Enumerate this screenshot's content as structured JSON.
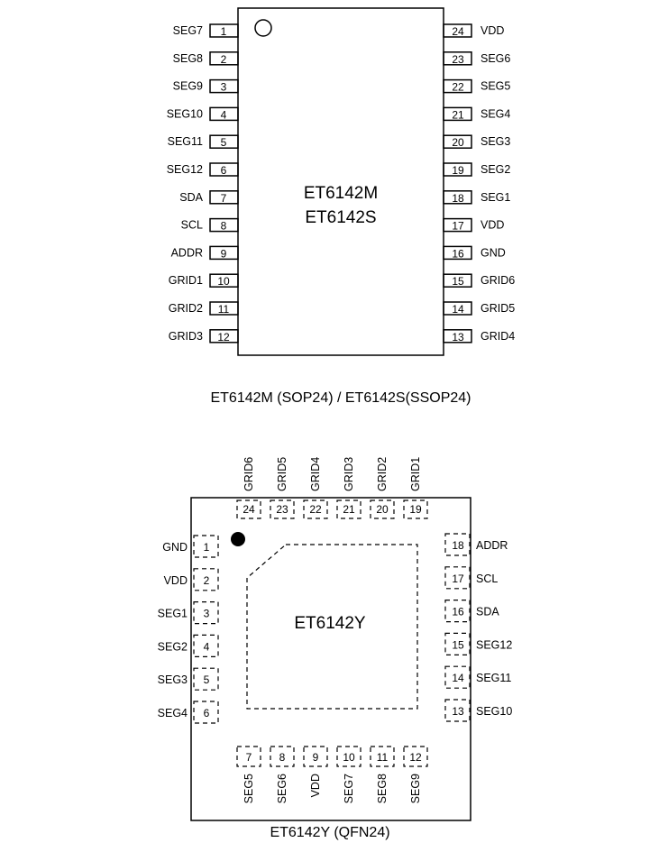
{
  "sop": {
    "chip_names": [
      "ET6142M",
      "ET6142S"
    ],
    "caption": "ET6142M (SOP24) / ET6142S(SSOP24)",
    "left_pins": [
      {
        "num": "1",
        "label": "SEG7"
      },
      {
        "num": "2",
        "label": "SEG8"
      },
      {
        "num": "3",
        "label": "SEG9"
      },
      {
        "num": "4",
        "label": "SEG10"
      },
      {
        "num": "5",
        "label": "SEG11"
      },
      {
        "num": "6",
        "label": "SEG12"
      },
      {
        "num": "7",
        "label": "SDA"
      },
      {
        "num": "8",
        "label": "SCL"
      },
      {
        "num": "9",
        "label": "ADDR"
      },
      {
        "num": "10",
        "label": "GRID1"
      },
      {
        "num": "11",
        "label": "GRID2"
      },
      {
        "num": "12",
        "label": "GRID3"
      }
    ],
    "right_pins": [
      {
        "num": "24",
        "label": "VDD"
      },
      {
        "num": "23",
        "label": "SEG6"
      },
      {
        "num": "22",
        "label": "SEG5"
      },
      {
        "num": "21",
        "label": "SEG4"
      },
      {
        "num": "20",
        "label": "SEG3"
      },
      {
        "num": "19",
        "label": "SEG2"
      },
      {
        "num": "18",
        "label": "SEG1"
      },
      {
        "num": "17",
        "label": "VDD"
      },
      {
        "num": "16",
        "label": "GND"
      },
      {
        "num": "15",
        "label": "GRID6"
      },
      {
        "num": "14",
        "label": "GRID5"
      },
      {
        "num": "13",
        "label": "GRID4"
      }
    ]
  },
  "qfn": {
    "chip_name": "ET6142Y",
    "caption": "ET6142Y (QFN24)",
    "top_pins": [
      {
        "num": "24",
        "label": "GRID6"
      },
      {
        "num": "23",
        "label": "GRID5"
      },
      {
        "num": "22",
        "label": "GRID4"
      },
      {
        "num": "21",
        "label": "GRID3"
      },
      {
        "num": "20",
        "label": "GRID2"
      },
      {
        "num": "19",
        "label": "GRID1"
      }
    ],
    "left_pins": [
      {
        "num": "1",
        "label": "GND"
      },
      {
        "num": "2",
        "label": "VDD"
      },
      {
        "num": "3",
        "label": "SEG1"
      },
      {
        "num": "4",
        "label": "SEG2"
      },
      {
        "num": "5",
        "label": "SEG3"
      },
      {
        "num": "6",
        "label": "SEG4"
      }
    ],
    "right_pins": [
      {
        "num": "18",
        "label": "ADDR"
      },
      {
        "num": "17",
        "label": "SCL"
      },
      {
        "num": "16",
        "label": "SDA"
      },
      {
        "num": "15",
        "label": "SEG12"
      },
      {
        "num": "14",
        "label": "SEG11"
      },
      {
        "num": "13",
        "label": "SEG10"
      }
    ],
    "bottom_pins": [
      {
        "num": "7",
        "label": "SEG5"
      },
      {
        "num": "8",
        "label": "SEG6"
      },
      {
        "num": "9",
        "label": "VDD"
      },
      {
        "num": "10",
        "label": "SEG7"
      },
      {
        "num": "11",
        "label": "SEG8"
      },
      {
        "num": "12",
        "label": "SEG9"
      }
    ]
  }
}
